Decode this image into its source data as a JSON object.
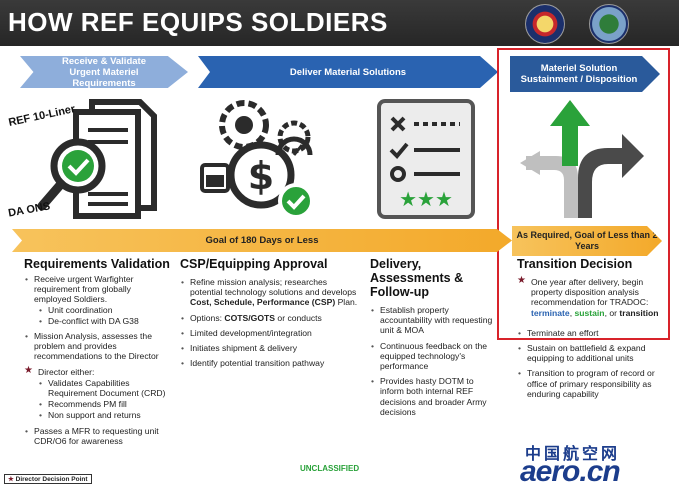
{
  "title": "HOW REF EQUIPS SOLDIERS",
  "phases": [
    {
      "label": "Receive & Validate Urgent Materiel Requirements"
    },
    {
      "label": "Deliver Material Solutions"
    },
    {
      "label": "Materiel Solution Sustainment / Disposition"
    }
  ],
  "side_labels": {
    "ref10": "REF 10-Liner",
    "daons": "DA ONS"
  },
  "timeline": {
    "main": "Goal of 180 Days or Less",
    "secondary": "As Required, Goal of Less than 2 Years"
  },
  "columns": {
    "requirements": {
      "heading": "Requirements Validation",
      "receive": "Receive urgent Warfighter requirement from globally employed Soldiers.",
      "receive_subs": [
        "Unit coordination",
        "De-conflict with DA G38"
      ],
      "mission": "Mission Analysis, assesses the problem and provides recommendations to the Director",
      "director": "Director either:",
      "director_subs": [
        "Validates Capabilities Requirement Document (CRD)",
        "Recommends PM fill",
        "Non support and returns"
      ],
      "mfr": "Passes a MFR to requesting unit CDR/O6 for awareness"
    },
    "csp": {
      "heading": "CSP/Equipping Approval",
      "refine_prefix": "Refine mission analysis; researches potential technology solutions and develops ",
      "refine_bold": "Cost, Schedule, Performance (CSP)",
      "refine_suffix": " Plan.",
      "options_prefix": "Options: ",
      "options_bold": "COTS/GOTS",
      "options_suffix": " or conducts",
      "limited": "Limited development/integration",
      "initiates": "Initiates shipment & delivery",
      "identify": "Identify potential transition pathway"
    },
    "delivery": {
      "heading": "Delivery, Assessments & Follow-up",
      "items": [
        "Establish property accountability with requesting unit & MOA",
        "Continuous feedback on the equipped technology's performance",
        "Provides hasty DOTM to inform both internal REF decisions and broader Army decisions"
      ]
    },
    "transition": {
      "heading": "Transition Decision",
      "star_prefix": "One year after delivery, begin property disposition analysis recommendation for TRADOC: ",
      "terminate": "terminate",
      "comma": ", ",
      "sustain": "sustain",
      "or": ", or",
      "transition": "transition",
      "items": [
        "Terminate an effort",
        "Sustain on battlefield & expand equipping to additional units",
        "Transition to program of record or office of primary responsibility as enduring capability"
      ]
    }
  },
  "footer": {
    "classification": "UNCLASSIFIED",
    "legend": "Director Decision Point",
    "watermark_cn": "中国航空网",
    "watermark_en": "aero.cn"
  },
  "colors": {
    "header": "#2b2b2b",
    "phase_light": "#8eaedb",
    "phase_dark": "#2a63b1",
    "gold": "#f3a92a",
    "highlight_box": "#d8232a",
    "terminate": "#2a63b1",
    "sustain": "#2aa23a"
  },
  "icons": [
    "document-check-icon",
    "gears-dollar-gauge-icon",
    "checklist-icon",
    "diverging-arrows-icon",
    "star-icon"
  ]
}
